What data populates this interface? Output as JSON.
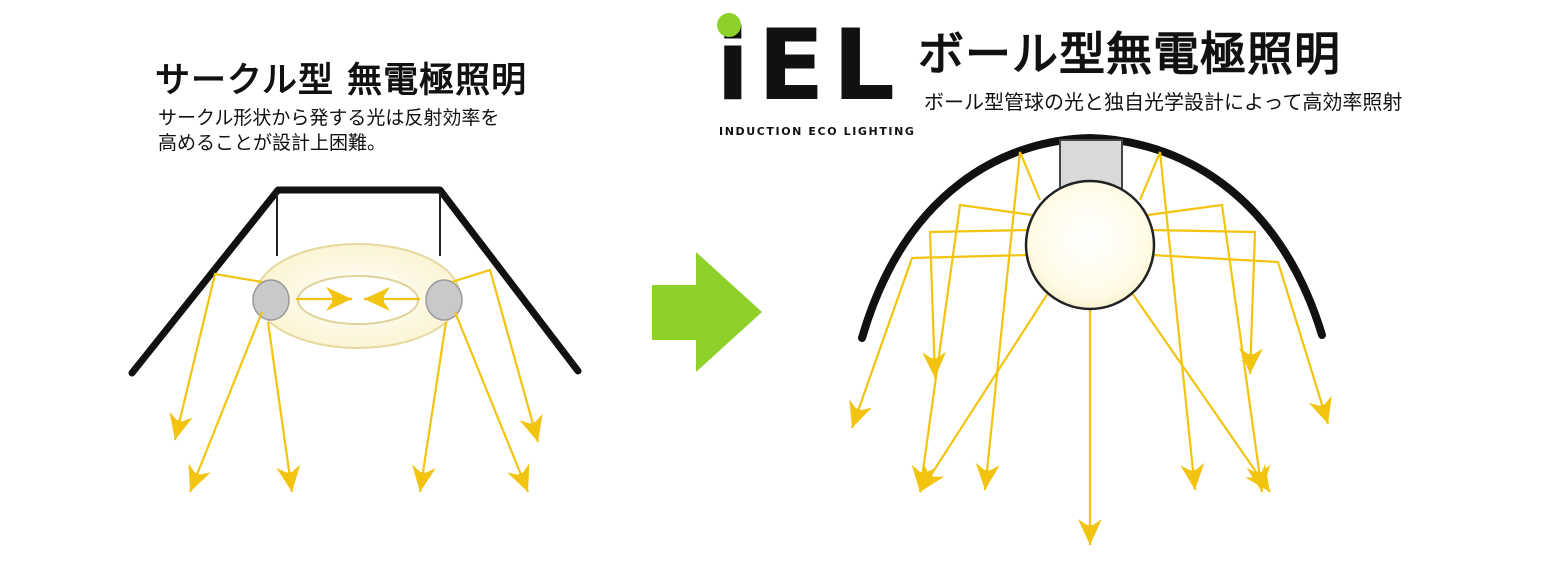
{
  "left": {
    "title": "サークル型 無電極照明",
    "description_line1": "サークル形状から発する光は反射効率を",
    "description_line2": "高めることが設計上困難。"
  },
  "right": {
    "logo": "iEL",
    "logo_subtitle": "INDUCTION ECO LIGHTING",
    "title": "ボール型無電極照明",
    "description": "ボール型管球の光と独自光学設計によって高効率照射"
  },
  "colors": {
    "ray": "#f2c40f",
    "arrow": "#8fd12b",
    "logo_dot": "#8fd12b",
    "reflector": "#111111",
    "lamp_glow": "#fffbe0"
  }
}
